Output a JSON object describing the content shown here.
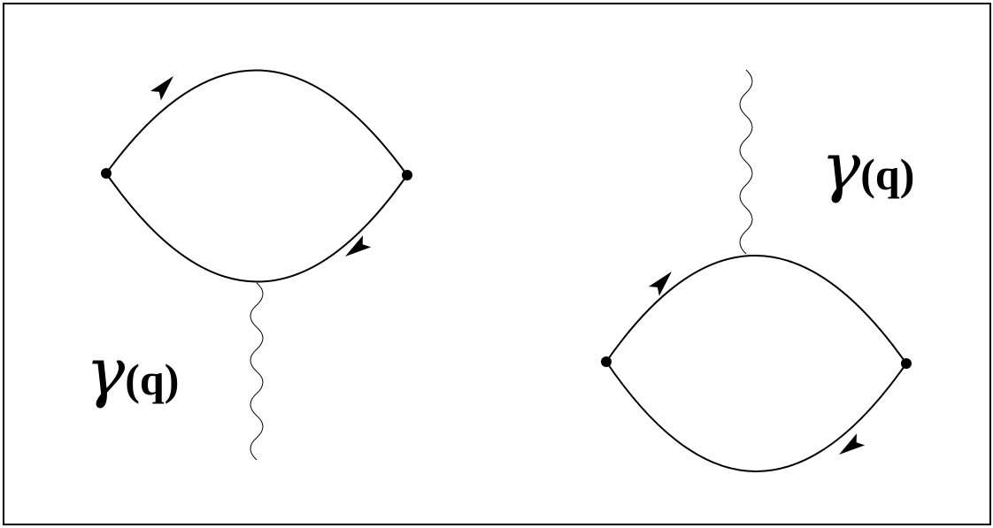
{
  "diagram": {
    "left_label": {
      "symbol": "γ",
      "argument": "(q)"
    },
    "right_label": {
      "symbol": "γ",
      "argument": "(q)"
    }
  }
}
